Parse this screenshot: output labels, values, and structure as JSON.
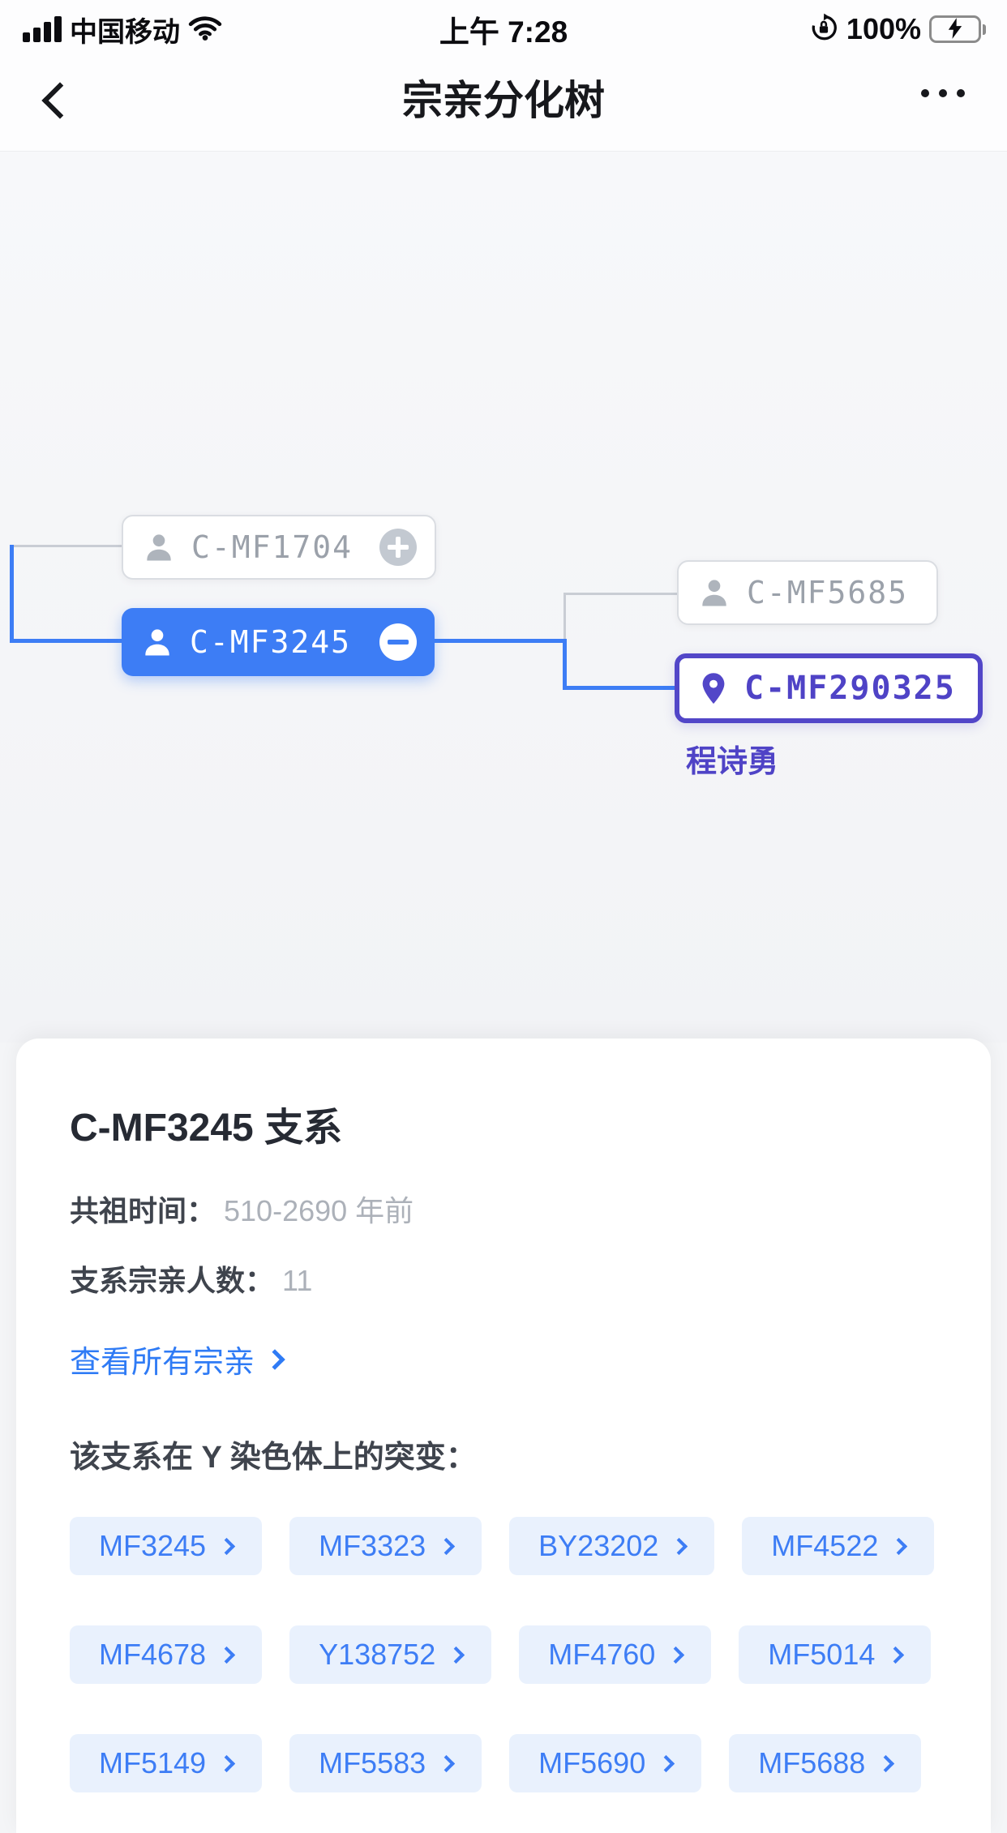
{
  "status_bar": {
    "carrier": "中国移动",
    "time": "上午 7:28",
    "battery_percent": "100%"
  },
  "nav": {
    "title": "宗亲分化树"
  },
  "tree": {
    "nodes": [
      {
        "id": "C-MF1704",
        "state": "collapsed"
      },
      {
        "id": "C-MF3245",
        "state": "expanded"
      },
      {
        "id": "C-MF5685",
        "state": "plain"
      },
      {
        "id": "C-MF290325",
        "state": "selected",
        "person_name": "程诗勇"
      }
    ]
  },
  "panel": {
    "title": "C-MF3245 支系",
    "fields": [
      {
        "label": "共祖时间：",
        "value": "510-2690 年前"
      },
      {
        "label": "支系宗亲人数：",
        "value": "11"
      }
    ],
    "link_label": "查看所有宗亲",
    "mutations_title": "该支系在 Y 染色体上的突变：",
    "mutations": [
      "MF3245",
      "MF3323",
      "BY23202",
      "MF4522",
      "MF4678",
      "Y138752",
      "MF4760",
      "MF5014",
      "MF5149",
      "MF5583",
      "MF5690",
      "MF5688"
    ]
  },
  "colors": {
    "accent_blue": "#3D7DF5",
    "selected_purple": "#5246C8",
    "chip_bg": "#E9F1FD",
    "battery_green": "#34C759"
  }
}
